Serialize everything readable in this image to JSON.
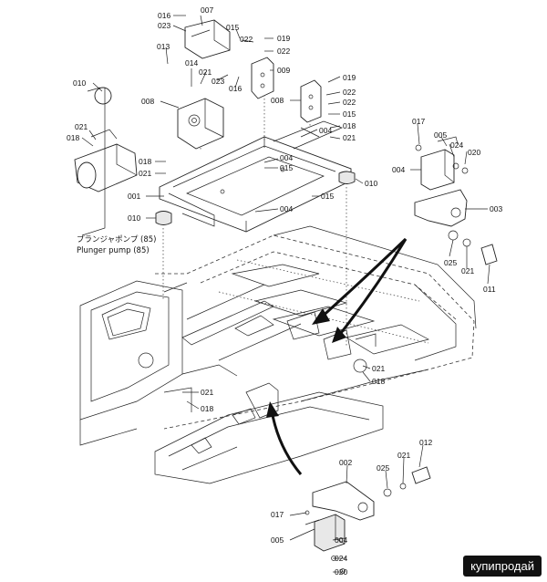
{
  "diagram": {
    "part_labels": [
      {
        "id": "l016a",
        "text": "016"
      },
      {
        "id": "l023a",
        "text": "023"
      },
      {
        "id": "l007",
        "text": "007"
      },
      {
        "id": "l015a",
        "text": "015"
      },
      {
        "id": "l022a",
        "text": "022"
      },
      {
        "id": "l019a",
        "text": "019"
      },
      {
        "id": "l022b",
        "text": "022"
      },
      {
        "id": "l013",
        "text": "013"
      },
      {
        "id": "l014",
        "text": "014"
      },
      {
        "id": "l021a",
        "text": "021"
      },
      {
        "id": "l009",
        "text": "009"
      },
      {
        "id": "l023b",
        "text": "023"
      },
      {
        "id": "l016b",
        "text": "016"
      },
      {
        "id": "l010a",
        "text": "010"
      },
      {
        "id": "l008a",
        "text": "008"
      },
      {
        "id": "l019b",
        "text": "019"
      },
      {
        "id": "l022c",
        "text": "022"
      },
      {
        "id": "l008b",
        "text": "008"
      },
      {
        "id": "l022d",
        "text": "022"
      },
      {
        "id": "l015b",
        "text": "015"
      },
      {
        "id": "l018a",
        "text": "018"
      },
      {
        "id": "l004a",
        "text": "004"
      },
      {
        "id": "l021b",
        "text": "021"
      },
      {
        "id": "l021c",
        "text": "021"
      },
      {
        "id": "l018b",
        "text": "018"
      },
      {
        "id": "l004b",
        "text": "004"
      },
      {
        "id": "l015c",
        "text": "015"
      },
      {
        "id": "l018c",
        "text": "018"
      },
      {
        "id": "l021d",
        "text": "021"
      },
      {
        "id": "l001",
        "text": "001"
      },
      {
        "id": "l015d",
        "text": "015"
      },
      {
        "id": "l010b",
        "text": "010"
      },
      {
        "id": "l004c",
        "text": "004"
      },
      {
        "id": "l010c",
        "text": "010"
      },
      {
        "id": "l017a",
        "text": "017"
      },
      {
        "id": "l005a",
        "text": "005"
      },
      {
        "id": "l024a",
        "text": "024"
      },
      {
        "id": "l020a",
        "text": "020"
      },
      {
        "id": "l004d",
        "text": "004"
      },
      {
        "id": "l003",
        "text": "003"
      },
      {
        "id": "l025a",
        "text": "025"
      },
      {
        "id": "l021e",
        "text": "021"
      },
      {
        "id": "l011",
        "text": "011"
      },
      {
        "id": "l021f",
        "text": "021"
      },
      {
        "id": "l018d",
        "text": "018"
      },
      {
        "id": "l021g",
        "text": "021"
      },
      {
        "id": "l018e",
        "text": "018"
      },
      {
        "id": "l002",
        "text": "002"
      },
      {
        "id": "l021h",
        "text": "021"
      },
      {
        "id": "l012",
        "text": "012"
      },
      {
        "id": "l025b",
        "text": "025"
      },
      {
        "id": "l017b",
        "text": "017"
      },
      {
        "id": "l005b",
        "text": "005"
      },
      {
        "id": "l004e",
        "text": "004"
      },
      {
        "id": "l024b",
        "text": "024"
      },
      {
        "id": "l020b",
        "text": "020"
      }
    ],
    "caption_jp": "プランジャポンプ (85)",
    "caption_en": "Plunger pump (85)"
  },
  "watermark": "купипродай"
}
